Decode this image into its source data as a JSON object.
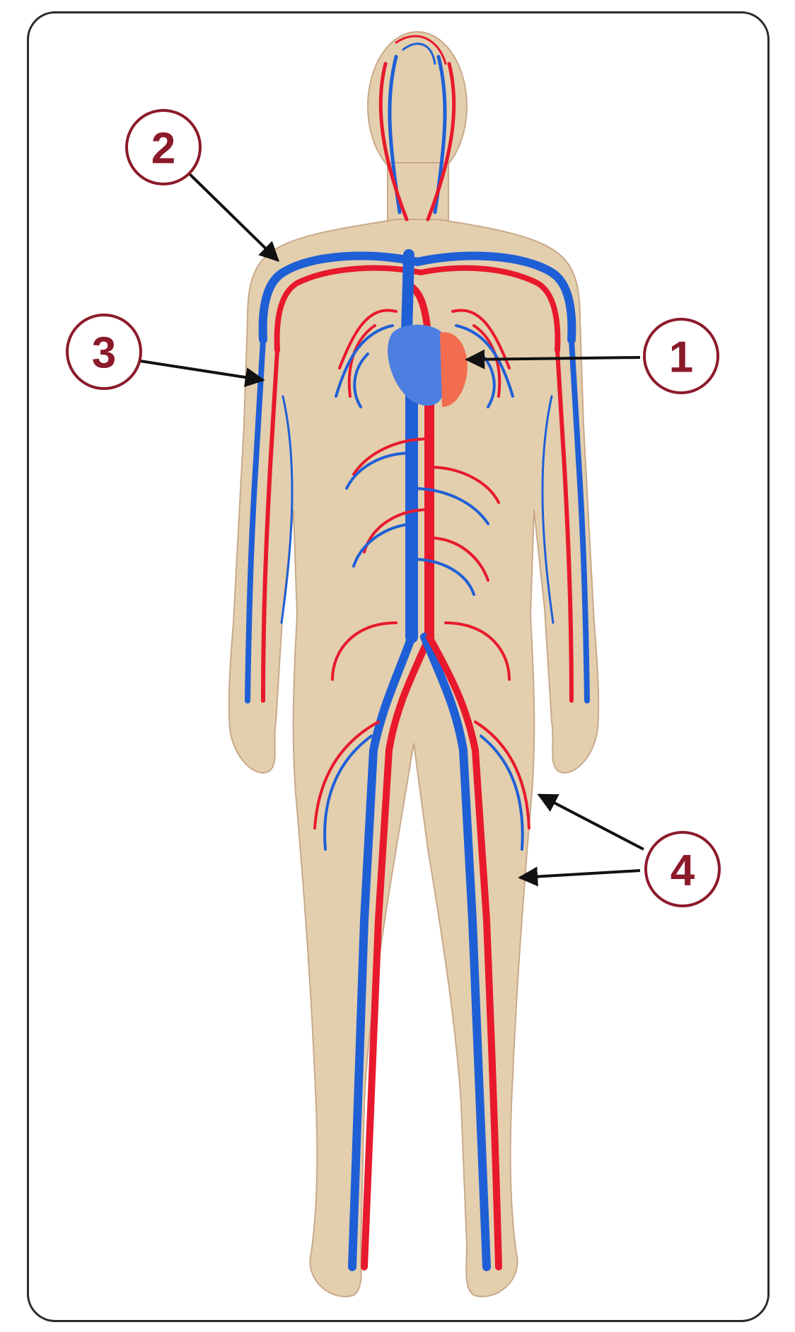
{
  "colors": {
    "skin": "#e3cfae",
    "skin_outline": "#c9a98a",
    "artery": "#e8192c",
    "vein": "#1f5fd6",
    "heart_vein": "#4d7fe0",
    "heart_artery": "#f26d4f",
    "callout_stroke": "#8b1a2b",
    "callout_text": "#8b1a2b",
    "arrow": "#111111",
    "frame": "#2b2b2b"
  },
  "callouts": [
    {
      "id": "1",
      "label": "1"
    },
    {
      "id": "2",
      "label": "2"
    },
    {
      "id": "3",
      "label": "3"
    },
    {
      "id": "4",
      "label": "4"
    }
  ]
}
